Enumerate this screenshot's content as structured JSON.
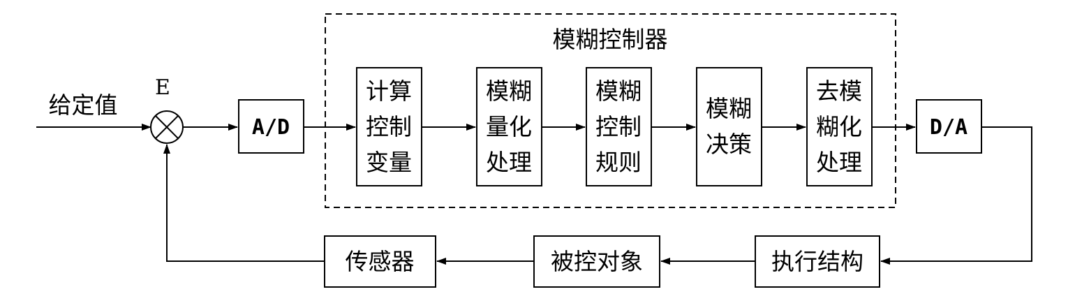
{
  "controller_title": "模糊控制器",
  "input_label": "给定值",
  "summing_label": "E",
  "blocks": {
    "ad": "A/D",
    "da": "D/A",
    "calc": [
      "计算",
      "控制",
      "变量"
    ],
    "quant": [
      "模糊",
      "量化",
      "处理"
    ],
    "rules": [
      "模糊",
      "控制",
      "规则"
    ],
    "decision": [
      "模糊",
      "决策"
    ],
    "defuzz": [
      "去模",
      "糊化",
      "处理"
    ],
    "actuator": "执行结构",
    "plant": "被控对象",
    "sensor": "传感器"
  }
}
